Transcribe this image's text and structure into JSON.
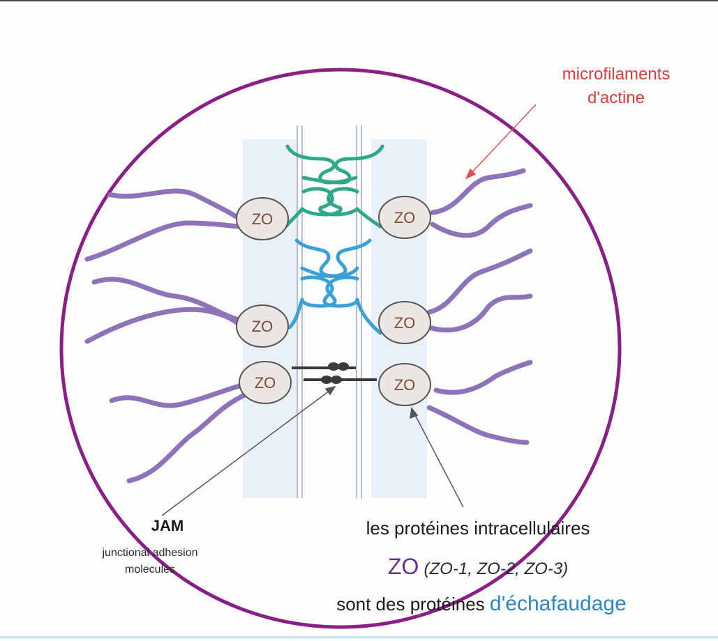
{
  "labels": {
    "microfilaments_line1": "microfilaments",
    "microfilaments_line2": "d'actine",
    "jam_title": "JAM",
    "jam_desc_line1": "junctional adhesion",
    "jam_desc_line2": "molecules",
    "proteins_line": "les protéines intracellulaires",
    "zo_big": "ZO",
    "zo_list": "(ZO-1, ZO-2, ZO-3)",
    "sont_prefix": "sont des protéines",
    "scaffold_word": "d'échafaudage"
  },
  "zo_nodes": [
    {
      "label": "ZO"
    },
    {
      "label": "ZO"
    },
    {
      "label": "ZO"
    },
    {
      "label": "ZO"
    },
    {
      "label": "ZO"
    },
    {
      "label": "ZO"
    }
  ],
  "colors": {
    "outline": "#8a1f86",
    "actin": "#8f73b8",
    "claudin_green": "#2fa88a",
    "claudin_blue": "#3aa0d8",
    "microfilament_label": "#e03a3a",
    "scaffold_label": "#2a86c8",
    "zo_title": "#6b2e8c"
  }
}
